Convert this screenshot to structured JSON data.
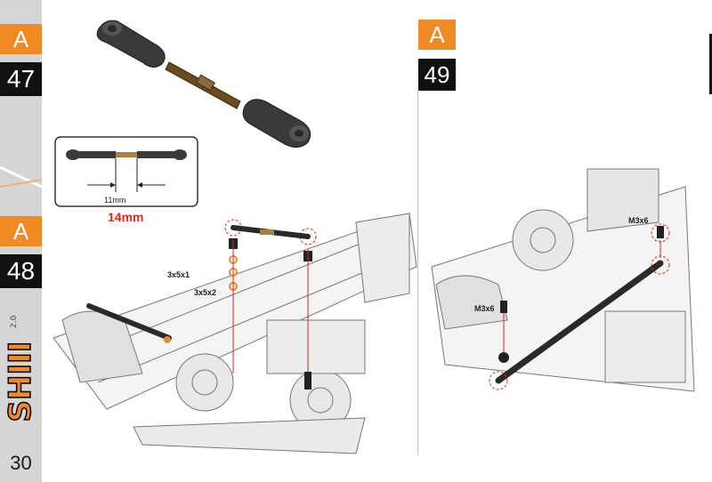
{
  "sidebar": {
    "step1": {
      "letter": "A",
      "number": "47"
    },
    "step2": {
      "letter": "A",
      "number": "48"
    },
    "page_number": "30"
  },
  "step49": {
    "letter": "A",
    "number": "49"
  },
  "step47": {
    "inset_dimension": "11mm",
    "inset_length": "14mm"
  },
  "step48": {
    "washer1": "3x5x1",
    "washer2": "3x5x2"
  },
  "step49_labels": {
    "screw_top": "M3x6",
    "screw_left": "M3x6"
  },
  "colors": {
    "accent_orange": "#f08a24",
    "label_black": "#111111",
    "sidebar_gray": "#d5d5d5",
    "highlight_red": "#e0261d"
  }
}
